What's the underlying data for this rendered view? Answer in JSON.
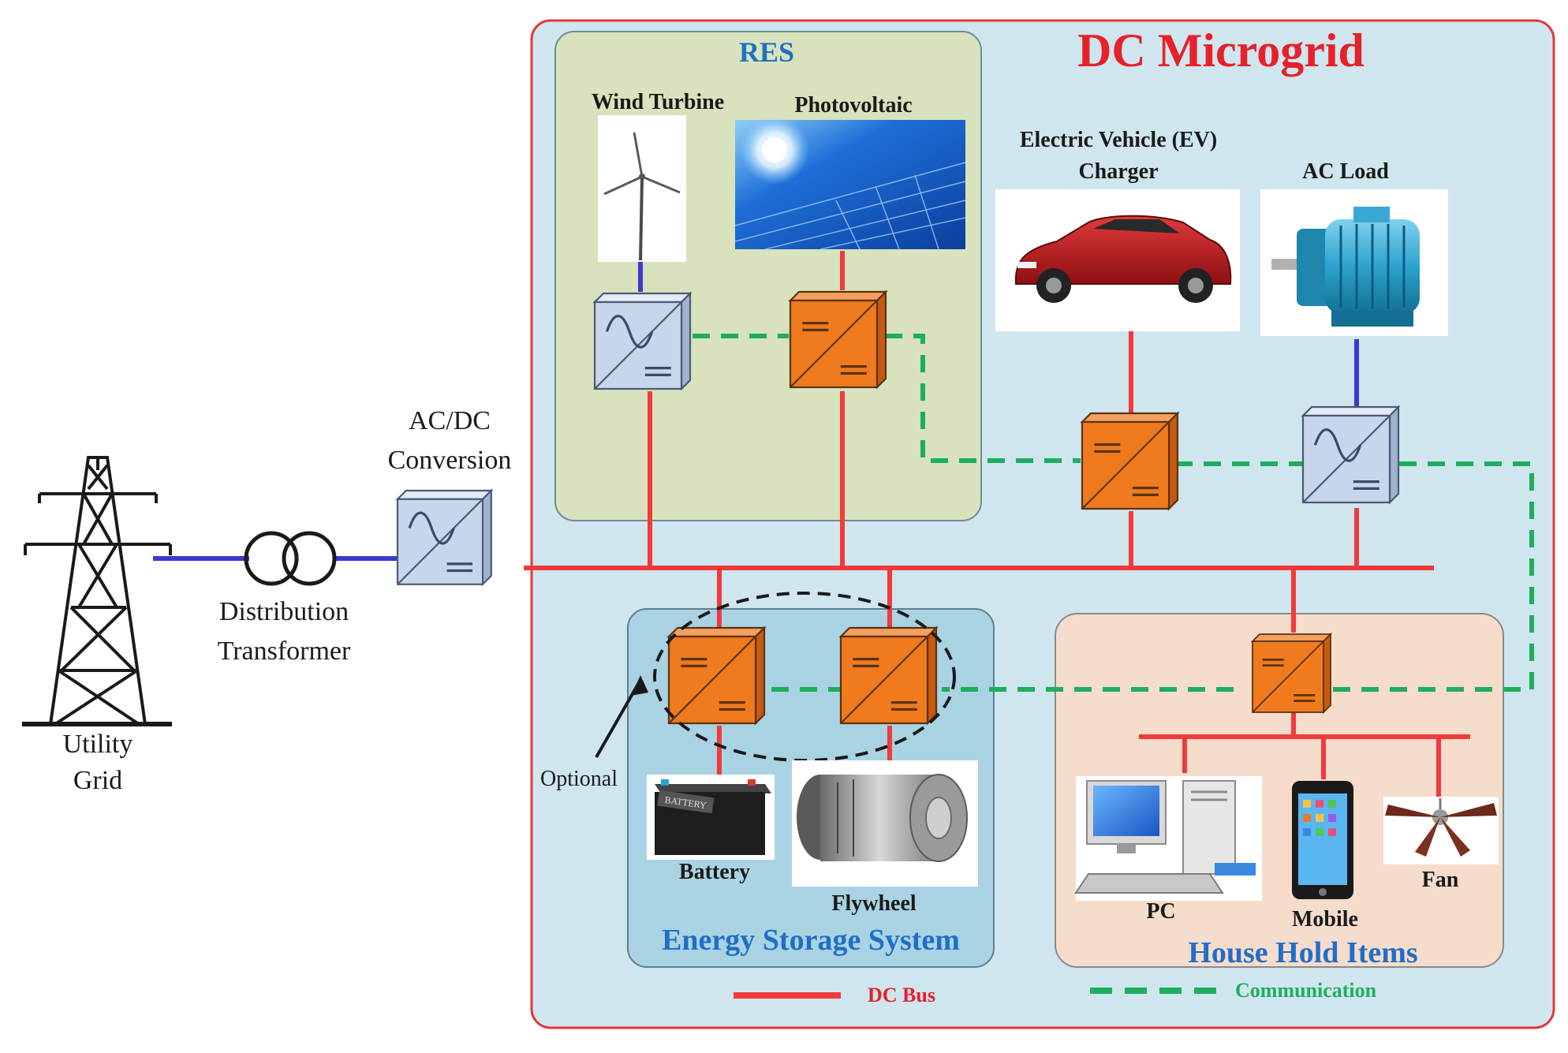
{
  "title": "DC Microgrid",
  "sections": {
    "res": "RES",
    "ess": "Energy Storage System",
    "house": "House Hold Items"
  },
  "labels": {
    "wind_turbine": "Wind Turbine",
    "photovoltaic": "Photovoltaic",
    "ev_charger_line1": "Electric Vehicle (EV)",
    "ev_charger_line2": "Charger",
    "ac_load": "AC Load",
    "acdc_line1": "AC/DC",
    "acdc_line2": "Conversion",
    "transformer_line1": "Distribution",
    "transformer_line2": "Transformer",
    "utility_line1": "Utility",
    "utility_line2": "Grid",
    "optional": "Optional",
    "battery": "Battery",
    "battery_case": "BATTERY",
    "flywheel": "Flywheel",
    "pc": "PC",
    "mobile": "Mobile",
    "fan": "Fan"
  },
  "legend": {
    "dc_bus": "DC Bus",
    "communication": "Communication"
  },
  "colors": {
    "frame": "#e8343a",
    "microgrid_bg": "#cfe6ef",
    "res_bg": "#d8e3bd",
    "ess_bg": "#a9d3e3",
    "house_bg": "#f6dccb",
    "dc_bus": "#f23a3a",
    "ac_line": "#3a3ad0",
    "communication": "#1fae5e",
    "converter_dc": "#f07a1e",
    "converter_ac": "#c7d6ea",
    "title": "#e8202a",
    "section_label": "#1f6fc8"
  },
  "icons": {
    "ac_dc_converter": "ac-dc-converter-icon",
    "dc_dc_converter": "dc-dc-converter-icon",
    "transformer": "transformer-icon",
    "tower": "transmission-tower-icon"
  }
}
